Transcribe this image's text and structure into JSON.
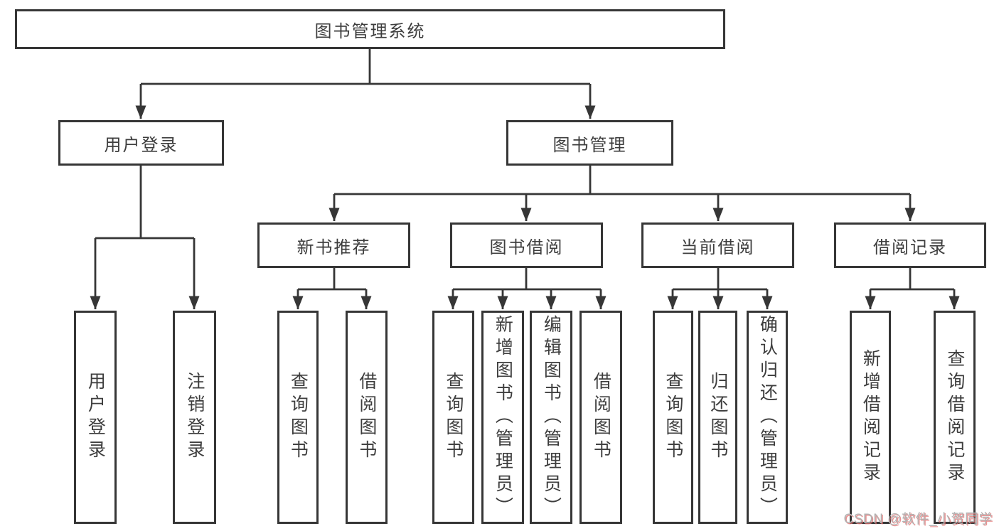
{
  "diagram": {
    "root": {
      "label": "图书管理系统"
    },
    "branches": [
      {
        "label": "用户登录",
        "children": [
          {
            "label": "用户登录"
          },
          {
            "label": "注销登录"
          }
        ]
      },
      {
        "label": "图书管理",
        "children": [
          {
            "label": "新书推荐",
            "children": [
              {
                "label": "查询图书"
              },
              {
                "label": "借阅图书"
              }
            ]
          },
          {
            "label": "图书借阅",
            "children": [
              {
                "label": "查询图书"
              },
              {
                "label": "新增图书（管理员）"
              },
              {
                "label": "编辑图书（管理员）"
              },
              {
                "label": "借阅图书"
              }
            ]
          },
          {
            "label": "当前借阅",
            "children": [
              {
                "label": "查询图书"
              },
              {
                "label": "归还图书"
              },
              {
                "label": "确认归还（管理员）"
              }
            ]
          },
          {
            "label": "借阅记录",
            "children": [
              {
                "label": "新增借阅记录"
              },
              {
                "label": "查询借阅记录"
              }
            ]
          }
        ]
      }
    ]
  },
  "watermark": {
    "text": "CSDN @软件_小贺同学"
  },
  "colors": {
    "line": "#363636",
    "text": "#3d3d3d",
    "watermark": "#b3b3b3",
    "watermarkShadow": "rgba(225,110,110,0.75)"
  }
}
